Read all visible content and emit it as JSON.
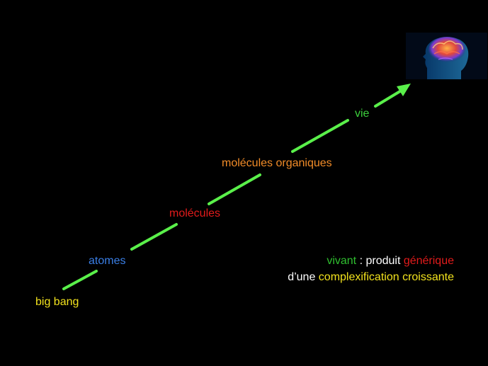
{
  "stages": [
    {
      "label": "big bang",
      "color": "#f2e21d"
    },
    {
      "label": "atomes",
      "color": "#3a7fe6"
    },
    {
      "label": "molécules",
      "color": "#e21b1b"
    },
    {
      "label": "molécules organiques",
      "color": "#f28c28"
    },
    {
      "label": "vie",
      "color": "#3ccf3c"
    }
  ],
  "arrow_color": "#5af04a",
  "image": {
    "icon": "brain-icon"
  },
  "caption": {
    "line1": {
      "part1": "vivant",
      "part2": " : produit ",
      "part3": "générique"
    },
    "line2": {
      "part1": "d’une ",
      "part2": "complexification croissante"
    },
    "colors": {
      "vivant": "#2fbf2f",
      "produit": "#ffffff",
      "generique": "#e21b1b",
      "dune": "#ffffff",
      "complexification": "#f2e21d"
    }
  }
}
